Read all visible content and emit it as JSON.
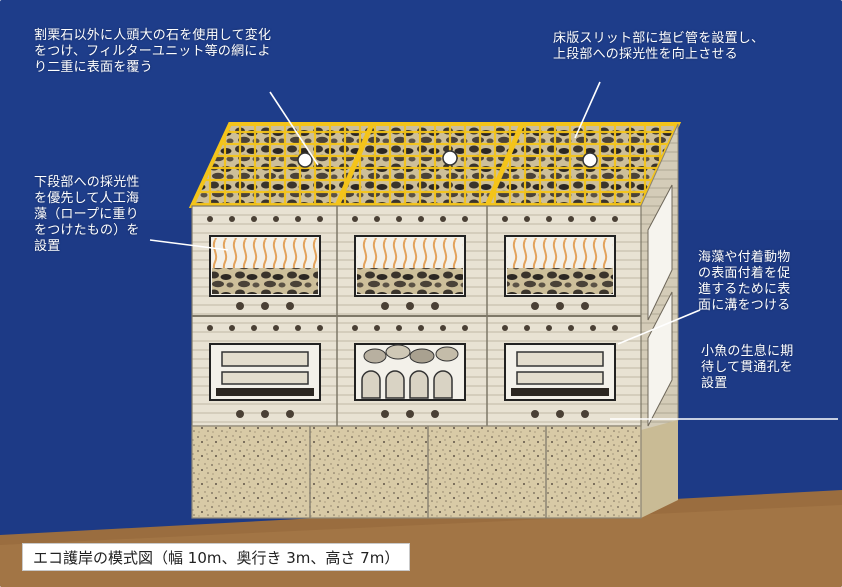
{
  "callouts": {
    "rocks": "割栗石以外に人頭大の石を使用して変化\nをつけ、フィルターユニット等の網によ\nり二重に表面を覆う",
    "pipes": "床版スリット部に塩ビ管を設置し、\n上段部への採光性を向上させる",
    "seaweed": "下段部への採光性\nを優先して人工海\n藻（ロープに重り\nをつけたもの）を\n設置",
    "grooves": "海藻や付着動物\nの表面付着を促\n進するために表\n面に溝をつける",
    "holes": "小魚の生息に期\n待して貫通孔を\n設置"
  },
  "caption": "エコ護岸の模式図（幅 10m、奥行き 3m、高さ 7m）",
  "colors": {
    "background": "#1d3a86",
    "ground": "#9a6d3f",
    "wall": "#e6e0d0",
    "grating": "#f2c21a",
    "foundation": "#d7c8a2",
    "text": "#ffffff"
  }
}
